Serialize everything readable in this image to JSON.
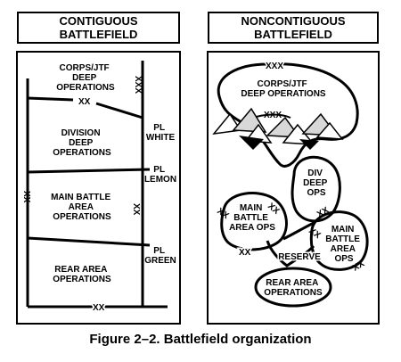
{
  "left_panel": {
    "title_line1": "CONTIGUOUS",
    "title_line2": "BATTLEFIELD",
    "zones": [
      [
        "CORPS/JTF",
        "DEEP",
        "OPERATIONS"
      ],
      [
        "DIVISION",
        "DEEP",
        "OPERATIONS"
      ],
      [
        "MAIN BATTLE",
        "AREA",
        "OPERATIONS"
      ],
      [
        "REAR AREA",
        "OPERATIONS"
      ]
    ],
    "phase_lines": [
      [
        "PL",
        "WHITE"
      ],
      [
        "PL",
        "LEMON"
      ],
      [
        "PL",
        "GREEN"
      ]
    ],
    "boundary_marks": {
      "xxx_vertical": "XXX",
      "xx_top": "XX",
      "xx_left": "XX",
      "xx_right": "XX",
      "xx_bottom": "XX"
    }
  },
  "right_panel": {
    "title_line1": "NONCONTIGUOUS",
    "title_line2": "BATTLEFIELD",
    "areas": {
      "corps": [
        "CORPS/JTF",
        "DEEP OPERATIONS"
      ],
      "div": [
        "DIV",
        "DEEP",
        "OPS"
      ],
      "mba_left": [
        "MAIN",
        "BATTLE",
        "AREA OPS"
      ],
      "mba_right": [
        "MAIN",
        "BATTLE",
        "AREA",
        "OPS"
      ],
      "reserve": "RESERVE",
      "rear": [
        "REAR AREA",
        "OPERATIONS"
      ]
    },
    "boundary_marks": {
      "xxx_top": "XXX",
      "xxx_mid": "XXX",
      "xx": "XX"
    }
  },
  "caption": "Figure 2–2.  Battlefield organization"
}
